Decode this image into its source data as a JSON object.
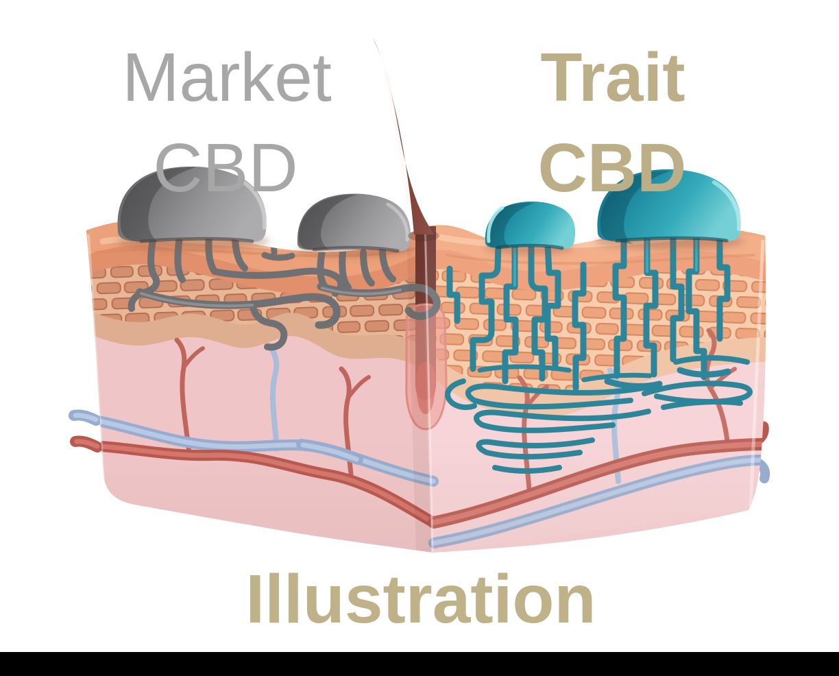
{
  "titles": {
    "left": {
      "line1": "Market",
      "line2": "CBD"
    },
    "right": {
      "line1": "Trait",
      "line2": "CBD"
    }
  },
  "caption": {
    "text": "Illustration"
  },
  "colors": {
    "background": "#ffffff",
    "bottom_bar": "#000000",
    "left_title": "#a7a7a7",
    "right_title": "#bcae86",
    "caption": "#bfb188",
    "market_product": "#8d8d90",
    "market_tendril": "#6f7073",
    "trait_product": "#2ba0b1",
    "trait_tendril": "#1c7b92",
    "skin_surface": "#eda47c",
    "epidermis": "#e8b697",
    "dermis": "#f2cacc",
    "artery": "#c9655c",
    "vein": "#a9bdda",
    "hair": "#6f3b34"
  }
}
